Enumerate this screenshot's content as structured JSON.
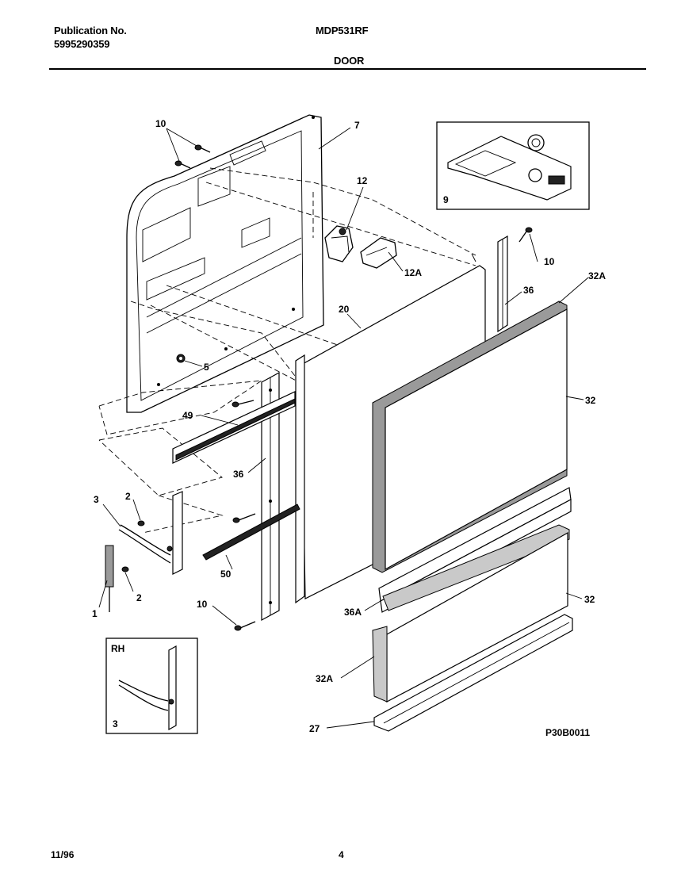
{
  "header": {
    "publication_label": "Publication No.",
    "publication_number": "5995290359",
    "model": "MDP531RF",
    "section": "DOOR"
  },
  "callouts": {
    "c10a": "10",
    "c7": "7",
    "c12": "12",
    "c12a": "12A",
    "c10b": "10",
    "c36a": "36",
    "c32a_top": "32A",
    "c20": "20",
    "c5": "5",
    "c32_top": "32",
    "c49": "49",
    "c36b": "36",
    "c3": "3",
    "c2a": "2",
    "c2b": "2",
    "c1": "1",
    "c50": "50",
    "c10c": "10",
    "c36A": "36A",
    "c32_bottom": "32",
    "c32a_bottom": "32A",
    "c27": "27",
    "c9": "9"
  },
  "inset_rh": {
    "label": "RH",
    "part": "3"
  },
  "diagram_code": "P30B0011",
  "footer": {
    "date": "11/96",
    "page": "4"
  }
}
